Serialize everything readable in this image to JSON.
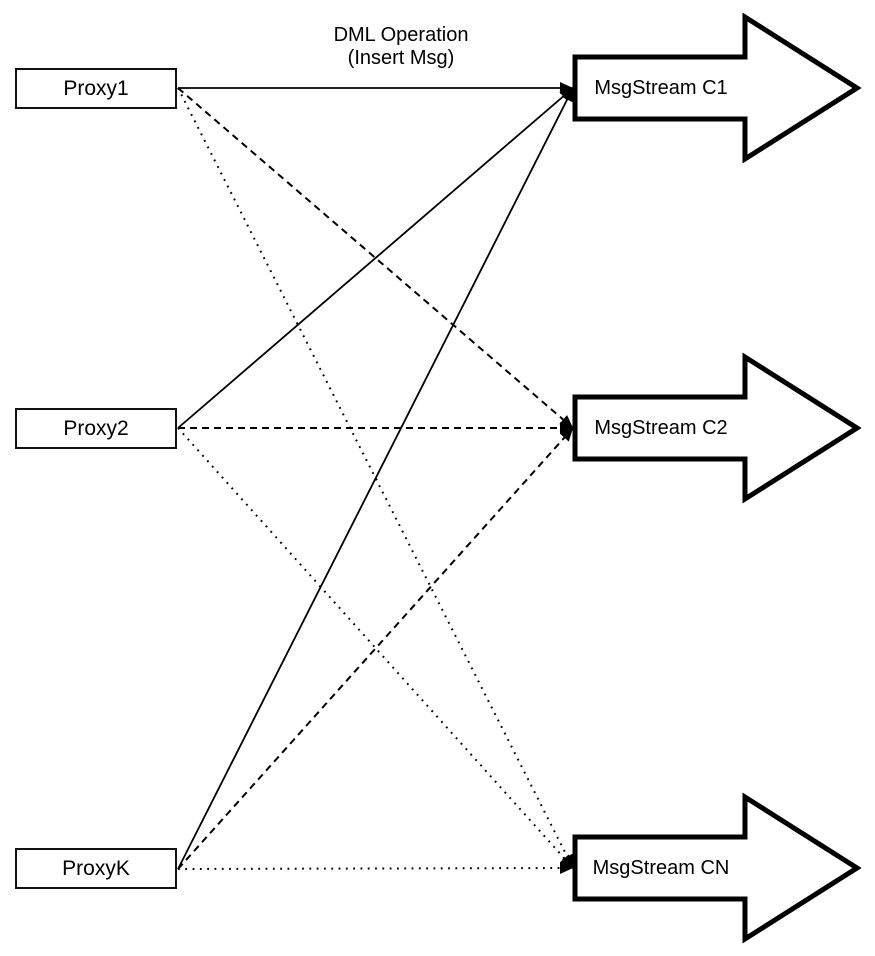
{
  "diagram": {
    "background_color": "#ffffff",
    "ink_color": "#000000",
    "title": {
      "line1": "DML Operation",
      "line2": "(Insert Msg)"
    },
    "proxies": [
      {
        "id": "Proxy1",
        "label": "Proxy1"
      },
      {
        "id": "Proxy2",
        "label": "Proxy2"
      },
      {
        "id": "ProxyK",
        "label": "ProxyK"
      }
    ],
    "streams": [
      {
        "id": "C1",
        "label": "MsgStream C1"
      },
      {
        "id": "C2",
        "label": "MsgStream C2"
      },
      {
        "id": "CN",
        "label": "MsgStream CN"
      }
    ],
    "connections": [
      {
        "from": "Proxy1",
        "to": "C1",
        "style": "solid"
      },
      {
        "from": "Proxy1",
        "to": "C2",
        "style": "dashed"
      },
      {
        "from": "Proxy1",
        "to": "CN",
        "style": "dotted"
      },
      {
        "from": "Proxy2",
        "to": "C1",
        "style": "solid"
      },
      {
        "from": "Proxy2",
        "to": "C2",
        "style": "dashed"
      },
      {
        "from": "Proxy2",
        "to": "CN",
        "style": "dotted"
      },
      {
        "from": "ProxyK",
        "to": "C1",
        "style": "solid"
      },
      {
        "from": "ProxyK",
        "to": "C2",
        "style": "dashed"
      },
      {
        "from": "ProxyK",
        "to": "CN",
        "style": "dotted"
      }
    ]
  }
}
